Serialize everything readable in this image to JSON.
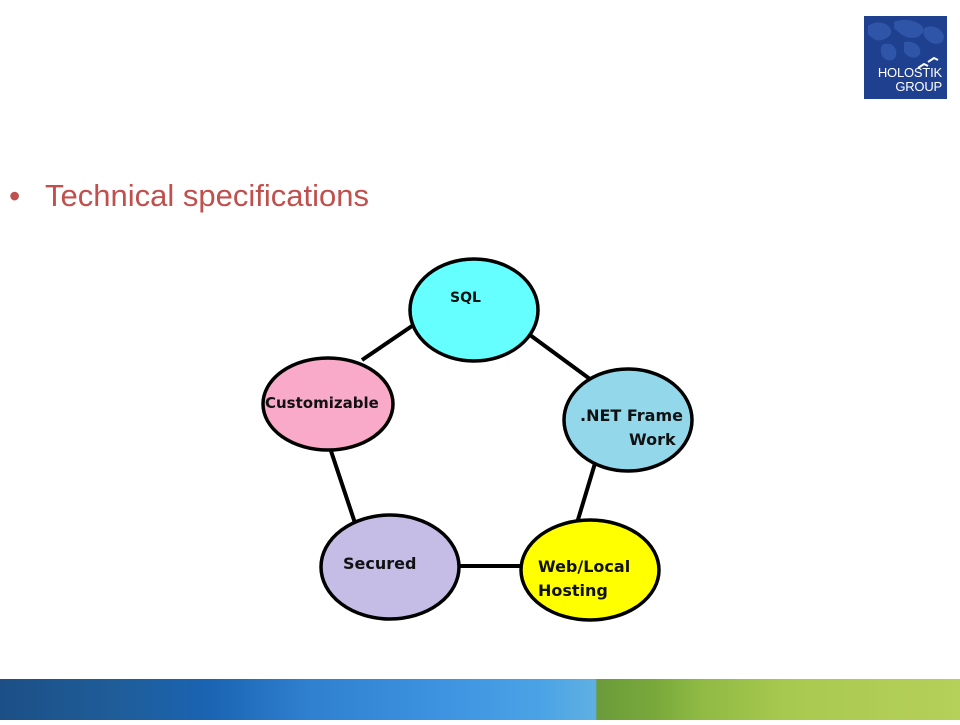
{
  "logo": {
    "line1": "HOLOSTIK",
    "line2": "GROUP"
  },
  "slide": {
    "heading": "Technical specifications"
  },
  "diagram": {
    "nodes": [
      {
        "id": "sql",
        "lines": [
          "SQL"
        ],
        "color": "#66ffff"
      },
      {
        "id": "net",
        "lines": [
          ".NET Frame",
          "Work"
        ],
        "color": "#92d8ea"
      },
      {
        "id": "hosting",
        "lines": [
          "Web/Local",
          "Hosting"
        ],
        "color": "#ffff00"
      },
      {
        "id": "secured",
        "lines": [
          "Secured"
        ],
        "color": "#c6bde6"
      },
      {
        "id": "customizable",
        "lines": [
          "Customizable"
        ],
        "color": "#f9aac8"
      }
    ]
  },
  "colors": {
    "heading": "#c0504d",
    "logo_bg": "#1f3f8f"
  }
}
